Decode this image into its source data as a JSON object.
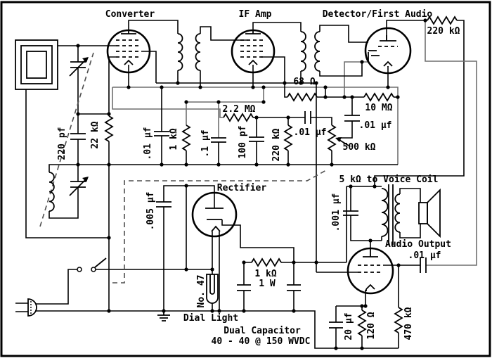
{
  "diagram": {
    "kind": "vacuum-tube radio receiver schematic",
    "colors": {
      "ink": "#000000",
      "soft_ink": "#6f6f6f",
      "background": "#ffffff"
    },
    "labels": {
      "converter": "Converter",
      "if_amp": "IF Amp",
      "detector": "Detector/First Audio",
      "rectifier": "Rectifier",
      "audio_output": "Audio Output",
      "dial_light": "Dial Light",
      "no47": "No. 47",
      "voice_coil": "5 kΩ to Voice Coil",
      "dual_cap": "Dual Capacitor",
      "dual_cap_val": "40 - 40 @ 150 WVDC",
      "r_220k_top": "220 kΩ",
      "r_68": "68 Ω",
      "r_2m2": "2.2 MΩ",
      "r_10m": "10 MΩ",
      "r_500k": "500 kΩ",
      "r_22k": "22 kΩ",
      "r_1k": "1 kΩ",
      "r_220k_v": "220 kΩ",
      "r_1k_1w": "1 kΩ",
      "r_1k_1w_watt": "1 W",
      "r_120": "120 Ω",
      "r_470k": "470 kΩ",
      "c_220pf": "220 pf",
      "c_01_conv": ".01 μf",
      "c_p1": ".1 μf",
      "c_100pf": "100 pf",
      "c_01_coupling": ".01 μf",
      "c_01_det": ".01 μf",
      "c_005": ".005 μf",
      "c_001": ".001 μf",
      "c_01_audio": ".01 μf",
      "c_20uf": "20 μf"
    }
  }
}
